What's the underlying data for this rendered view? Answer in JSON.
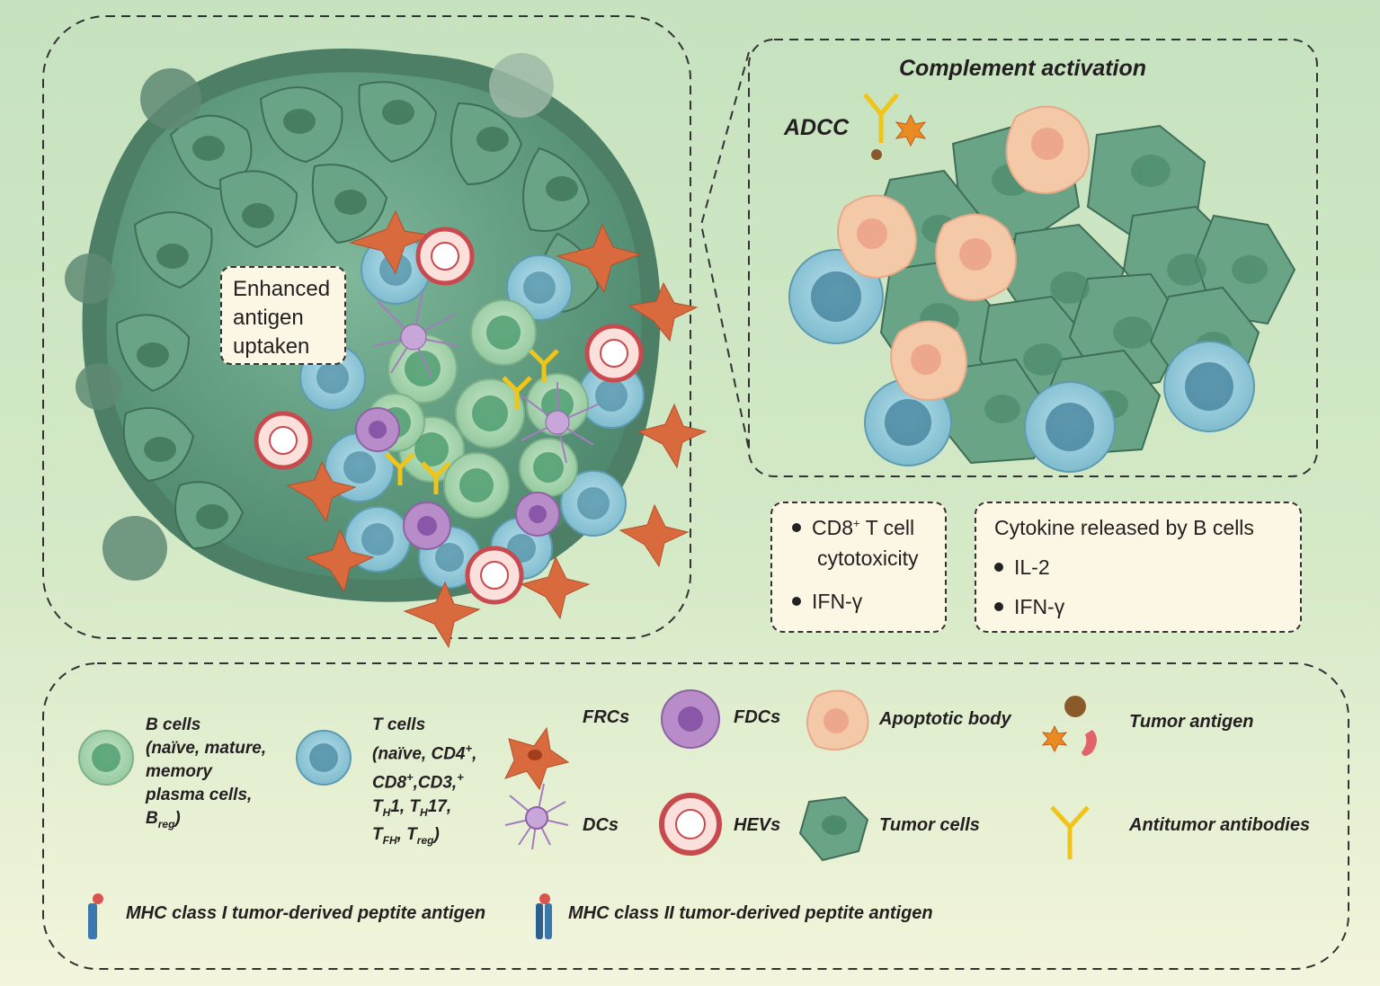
{
  "main_panel": {
    "label_lines": [
      "Enhanced",
      "antigen",
      "uptaken"
    ]
  },
  "zoom_panel": {
    "title": "Complement activation",
    "adcc_label": "ADCC"
  },
  "cd8_box": {
    "line1_pre": "CD8",
    "line1_sup": "+",
    "line1_post": " T cell",
    "line2": "cytotoxicity",
    "line3": "IFN-γ"
  },
  "cytokine_box": {
    "title": "Cytokine released by B cells",
    "items": [
      "IL-2",
      "IFN-γ"
    ]
  },
  "legend": {
    "b_cells": {
      "lines": [
        "B cells",
        "(naïve, mature,",
        "memory",
        "plasma cells,"
      ],
      "breg_base": "B",
      "breg_sub": "reg",
      "breg_tail": ")"
    },
    "t_cells": {
      "line1": "T cells",
      "line2_pre": "(naïve, CD4",
      "line2_sup": "+",
      "line2_post": ",",
      "line3_a": "CD8",
      "line3_sup1": "+",
      "line3_b": ",CD3,",
      "line3_sup2": "+",
      "line4_a": "T",
      "line4_sub1": "H",
      "line4_b": "1, T",
      "line4_sub2": "H",
      "line4_c": "17,",
      "line5_a": "T",
      "line5_sub1": "FH",
      "line5_b": ", T",
      "line5_sub2": "reg",
      "line5_c": ")"
    },
    "frcs": "FRCs",
    "fdcs": "FDCs",
    "apoptotic_body": "Apoptotic body",
    "tumor_antigen": "Tumor antigen",
    "dcs": "DCs",
    "hevs": "HEVs",
    "tumor_cells": "Tumor cells",
    "antitumor_antibodies": "Antitumor antibodies",
    "mhc1": "MHC class I tumor-derived peptite antigen",
    "mhc2": "MHC class II tumor-derived peptite antigen"
  },
  "colors": {
    "tumor_cell": "#5f9b7f",
    "b_cell": "#9fd0a6",
    "t_cell": "#8fc7d8",
    "frc": "#d96a3e",
    "fdc": "#b88cc9",
    "hev": "#e86f72",
    "apoptotic": "#f3c9a8",
    "antibody": "#f0c419"
  }
}
